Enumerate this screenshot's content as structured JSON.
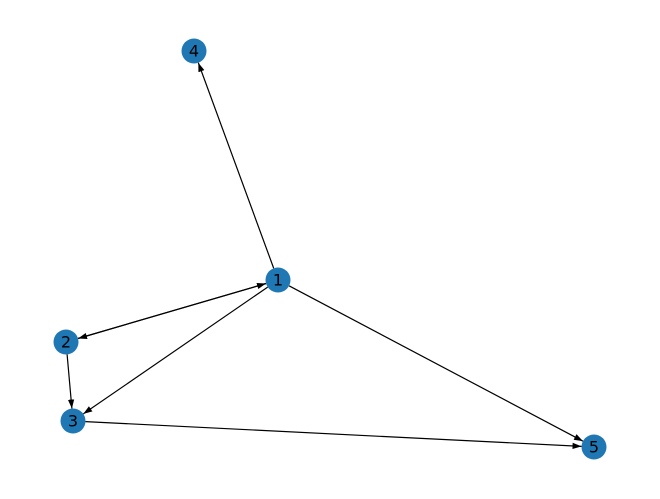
{
  "graph": {
    "directed": true,
    "node_color": "#1f77b4",
    "edge_color": "#000000",
    "nodes": [
      "1",
      "2",
      "3",
      "4",
      "5"
    ],
    "edges": [
      [
        "1",
        "4"
      ],
      [
        "1",
        "2"
      ],
      [
        "2",
        "1"
      ],
      [
        "1",
        "3"
      ],
      [
        "1",
        "5"
      ],
      [
        "2",
        "3"
      ],
      [
        "3",
        "5"
      ]
    ]
  }
}
